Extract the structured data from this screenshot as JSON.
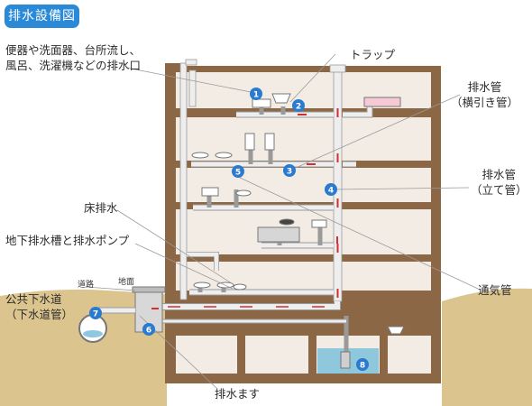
{
  "title": "排水設備図",
  "labels": {
    "drain_outlets": "便器や洗面器、台所流し、\n風呂、洗濯機などの排水口",
    "trap": "トラップ",
    "horizontal_pipe": "排水管\n（横引き管）",
    "vertical_pipe": "排水管\n（立て管）",
    "floor_drain": "床排水",
    "basement_tank_pump": "地下排水槽と排水ポンプ",
    "road": "道路",
    "ground": "地面",
    "public_sewer": "公共下水道\n（下水道管）",
    "vent_pipe": "通気管",
    "drain_basin": "排水ます"
  },
  "markers": [
    "1",
    "2",
    "3",
    "4",
    "5",
    "6",
    "7",
    "8"
  ],
  "colors": {
    "badge": "#2a8ad8",
    "marker": "#2a7ad0",
    "building": "#8b6746",
    "slab": "#8b6746",
    "wall_inner": "#f3ece4",
    "pipe": "#eeeeee",
    "pipe_edge": "#9a9a9a",
    "flow": "#d03030",
    "earth": "#dcc48f",
    "water": "#8fc8dc"
  }
}
